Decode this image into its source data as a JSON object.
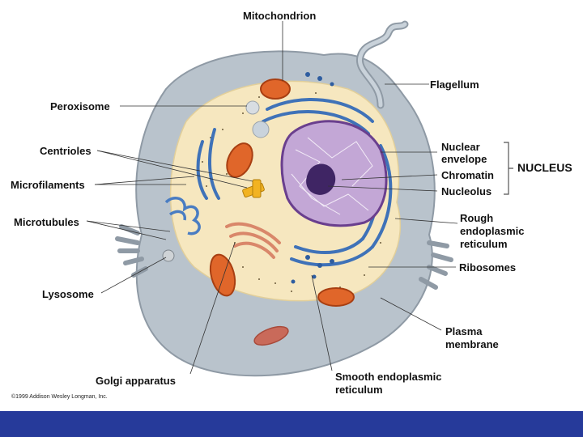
{
  "labels": {
    "mitochondrion": "Mitochondrion",
    "flagellum": "Flagellum",
    "peroxisome": "Peroxisome",
    "centrioles": "Centrioles",
    "microfilaments": "Microfilaments",
    "microtubules": "Microtubules",
    "lysosome": "Lysosome",
    "golgi": "Golgi apparatus",
    "nuclear_envelope_1": "Nuclear",
    "nuclear_envelope_2": "envelope",
    "chromatin": "Chromatin",
    "nucleolus": "Nucleolus",
    "nucleus": "NUCLEUS",
    "rough_er_1": "Rough",
    "rough_er_2": "endoplasmic",
    "rough_er_3": "reticulum",
    "ribosomes": "Ribosomes",
    "plasma_1": "Plasma",
    "plasma_2": "membrane",
    "smooth_er_1": "Smooth endoplasmic",
    "smooth_er_2": "reticulum"
  },
  "credit": "©1999 Addison Wesley Longman, Inc.",
  "colors": {
    "membrane": "#b9c3cc",
    "cytoplasm": "#f6e7bf",
    "nucleus": "#c3a7d6",
    "nucleolus": "#3f2564",
    "er": "#3f72b8",
    "mitochondria": "#e0662a",
    "golgi": "#d9876a",
    "footer": "#263a9a"
  }
}
